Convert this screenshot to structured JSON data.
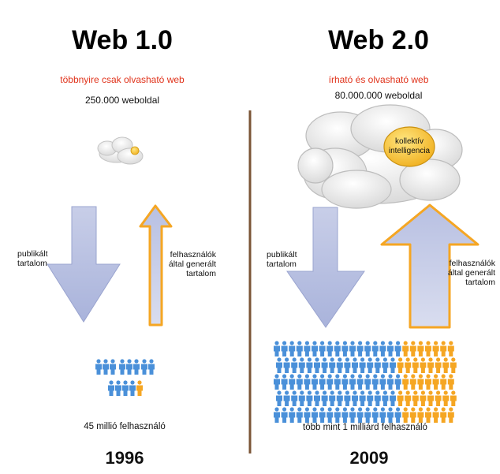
{
  "web1": {
    "title": "Web 1.0",
    "subtitle": "többnyire csak olvasható web",
    "pages": "250.000 weboldal",
    "down_label": "publikált\ntartalom",
    "up_label": "felhasználók\náltal generált\ntartalom",
    "users": "45 millió felhasználó",
    "year": "1996"
  },
  "web2": {
    "title": "Web 2.0",
    "subtitle": "írható és olvasható web",
    "pages": "80.000.000 weboldal",
    "bubble": "kollektív\nintelligencia",
    "down_label": "publikált\ntartalom",
    "up_label": "felhasználók\náltal generált\ntartalom",
    "users": "több mint 1 milliárd felhasználó",
    "year": "2009"
  },
  "colors": {
    "subtitle": "#e0321a",
    "divider": "#7a5536",
    "blue_person": "#4a90d9",
    "orange_person": "#f5a623"
  }
}
